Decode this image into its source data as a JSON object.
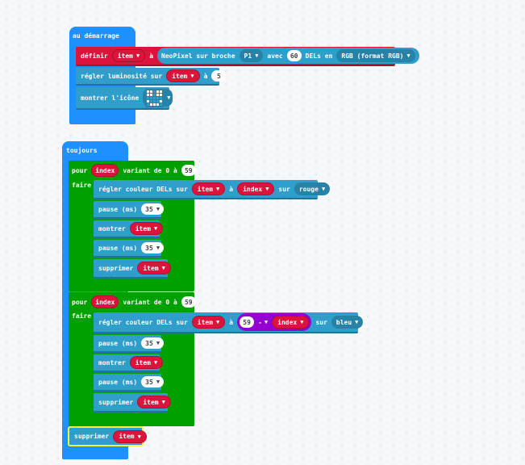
{
  "on_start": {
    "hat_label": "au démarrage",
    "set_block": {
      "label": "définir",
      "var": "item",
      "to": "à",
      "neopixel_label": "NeoPixel sur broche",
      "pin": "P1",
      "with": "avec",
      "count": "60",
      "leds_in": "DELs en",
      "mode": "RGB (format RGB)"
    },
    "brightness_block": {
      "label": "régler luminosité sur",
      "var": "item",
      "to": "à",
      "value": "5"
    },
    "icon_block": {
      "label": "montrer l'icône",
      "icon": "grid-icon"
    }
  },
  "forever": {
    "hat_label": "toujours",
    "loop1": {
      "for": "pour",
      "var": "index",
      "range": "variant de 0 à",
      "max": "59",
      "do": "faire",
      "set_color": {
        "label": "régler couleur DELs sur",
        "var": "item",
        "to": "à",
        "index": "index",
        "on": "sur",
        "color": "rouge"
      },
      "pause1": {
        "label": "pause (ms)",
        "value": "35"
      },
      "show": {
        "label": "montrer",
        "var": "item"
      },
      "pause2": {
        "label": "pause (ms)",
        "value": "35"
      },
      "clear": {
        "label": "supprimer",
        "var": "item"
      }
    },
    "loop2": {
      "for": "pour",
      "var": "index",
      "range": "variant de 0 à",
      "max": "59",
      "do": "faire",
      "set_color": {
        "label": "régler couleur DELs sur",
        "var": "item",
        "to": "à",
        "left": "59",
        "op": "-",
        "index": "index",
        "on": "sur",
        "color": "bleu"
      },
      "pause1": {
        "label": "pause (ms)",
        "value": "35"
      },
      "show": {
        "label": "montrer",
        "var": "item"
      },
      "pause2": {
        "label": "pause (ms)",
        "value": "35"
      },
      "clear": {
        "label": "supprimer",
        "var": "item"
      }
    },
    "final_clear": {
      "label": "supprimer",
      "var": "item"
    }
  },
  "colors": {
    "event_blue": "#1e90ff",
    "loop_green": "#00a000",
    "neopixel_lblue": "#2f9ecb",
    "variable_red": "#dc143c",
    "math_purple": "#9400d3",
    "selection_yellow": "#ffef3d"
  }
}
